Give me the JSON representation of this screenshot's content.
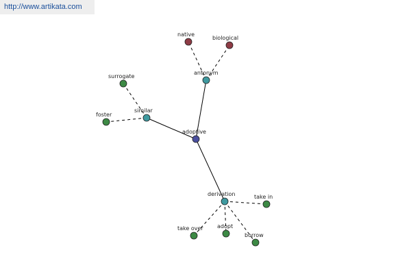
{
  "watermark": {
    "text": "http://www.artikata.com"
  },
  "graph": {
    "center_word": "adoptive",
    "nodes": [
      {
        "id": "adoptive",
        "label": "adoptive",
        "kind": "center"
      },
      {
        "id": "antonym",
        "label": "antonym",
        "kind": "relation"
      },
      {
        "id": "similar",
        "label": "similar",
        "kind": "relation"
      },
      {
        "id": "derivation",
        "label": "derivation",
        "kind": "relation"
      },
      {
        "id": "native",
        "label": "native",
        "kind": "antonym-word"
      },
      {
        "id": "biological",
        "label": "biological",
        "kind": "antonym-word"
      },
      {
        "id": "surrogate",
        "label": "surrogate",
        "kind": "word"
      },
      {
        "id": "foster",
        "label": "foster",
        "kind": "word"
      },
      {
        "id": "take-in",
        "label": "take in",
        "kind": "word"
      },
      {
        "id": "take-over",
        "label": "take over",
        "kind": "word"
      },
      {
        "id": "adopt",
        "label": "adopt",
        "kind": "word"
      },
      {
        "id": "borrow",
        "label": "borrow",
        "kind": "word"
      }
    ],
    "edges": [
      {
        "from": "adoptive",
        "to": "antonym",
        "style": "solid"
      },
      {
        "from": "adoptive",
        "to": "similar",
        "style": "solid"
      },
      {
        "from": "adoptive",
        "to": "derivation",
        "style": "solid"
      },
      {
        "from": "antonym",
        "to": "native",
        "style": "dashed"
      },
      {
        "from": "antonym",
        "to": "biological",
        "style": "dashed"
      },
      {
        "from": "similar",
        "to": "surrogate",
        "style": "dashed"
      },
      {
        "from": "similar",
        "to": "foster",
        "style": "dashed"
      },
      {
        "from": "derivation",
        "to": "take-in",
        "style": "dashed"
      },
      {
        "from": "derivation",
        "to": "take-over",
        "style": "dashed"
      },
      {
        "from": "derivation",
        "to": "adopt",
        "style": "dashed"
      },
      {
        "from": "derivation",
        "to": "borrow",
        "style": "dashed"
      }
    ]
  },
  "colors": {
    "center": "#4a4f9e",
    "relation": "#3f9aa0",
    "antonym-word": "#8e3b45",
    "word": "#3d8a45",
    "watermark_text": "#1a4f9b",
    "watermark_bg": "#eeeeee"
  }
}
